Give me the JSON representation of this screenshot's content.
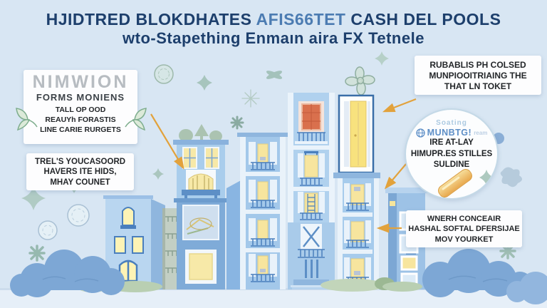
{
  "title": {
    "part1": "HJIDTRED BLOKDHATES",
    "part2": "AFIS66TET",
    "part3": "CASH DEL POOLS",
    "line2": "wto-Stapething Enmaın aira FX Tetnele"
  },
  "callouts": {
    "program_card": {
      "heading": "NIMWION",
      "subheading": "FORMS MONIENS",
      "lines": [
        "TALL OP OOD",
        "REAUYh FORASTIS",
        "LINE CARIE RURGETS"
      ]
    },
    "left_note": {
      "lines": [
        "TREL'S YOUCASOORD",
        "HAVERS ITE HIDS,",
        "MHAY COUNET"
      ]
    },
    "right_note": {
      "lines": [
        "RUBABLIS PH COLSED",
        "MUNPIOOITRIAING THE",
        "THAT LN TOKET"
      ]
    },
    "badge": {
      "watermark": "Soating",
      "brand": "MUNBTG!",
      "brand_small": "ream",
      "lines": [
        "IRE AT-LAY",
        "HIMUPR.ES STILLES",
        "SULDINE"
      ]
    },
    "bottom_right_note": {
      "lines": [
        "WNERH CONCEAIR",
        "HASHAL SOFTAL DFERSIJAE",
        "MOV YOURKET"
      ]
    }
  },
  "icons": [
    "leaf-icon",
    "globe-icon",
    "butter-stick-icon",
    "sprig-icon"
  ],
  "colors": {
    "background": "#d8e6f3",
    "title_text": "#1d3f6c",
    "arrow_accent": "#e2a23c",
    "building_blue": "#a9cdec",
    "building_dark_blue": "#7fabd8",
    "window_lit": "#f7e59e",
    "orange_window": "#d9704d",
    "cloud_blue": "#7da7d5",
    "card_background": "#fdfdfe",
    "badge_brand_blue": "#5e8fc7",
    "decor_teal": "#9fbfb4"
  }
}
